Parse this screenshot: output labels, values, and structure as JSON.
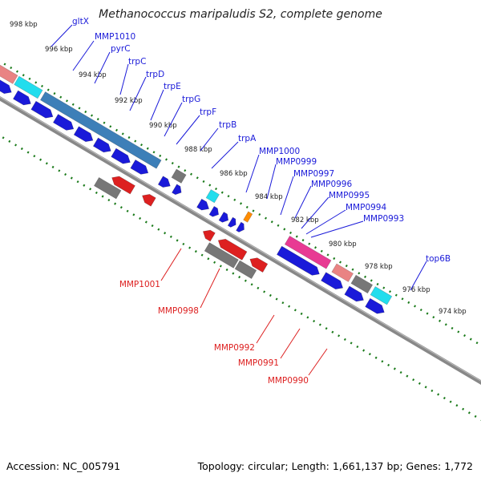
{
  "title": "Methanococcus maripaludis S2, complete genome",
  "footer": {
    "accession": "Accession: NC_005791",
    "topology": "Topology: circular; Length: 1,661,137 bp; Genes: 1,772"
  },
  "ticks": [
    "998 kbp",
    "996 kbp",
    "994 kbp",
    "992 kbp",
    "990 kbp",
    "988 kbp",
    "986 kbp",
    "984 kbp",
    "982 kbp",
    "980 kbp",
    "978 kbp",
    "976 kbp",
    "974 kbp"
  ],
  "forward_labels": [
    "gltX",
    "MMP1010",
    "pyrC",
    "trpC",
    "trpD",
    "trpE",
    "trpG",
    "trpF",
    "trpB",
    "trpA",
    "MMP1000",
    "MMP0999",
    "MMP0997",
    "MMP0996",
    "MMP0995",
    "MMP0994",
    "MMP0993",
    "top6B"
  ],
  "reverse_labels": [
    "MMP1001",
    "MMP0998",
    "MMP0992",
    "MMP0991",
    "MMP0990"
  ],
  "colors": {
    "forward_arrow": "#1a1ad9",
    "reverse_arrow": "#dd2020",
    "forward_label": "#1a1ad9",
    "reverse_label": "#dd2020",
    "backbone": "#888888",
    "tick": "#1a7a1a",
    "gray_feature": "#777777",
    "cyan_feature": "#22dded",
    "steelblue_feature": "#3d7fb8",
    "pink_feature": "#e83a93",
    "salmon_feature": "#e98383",
    "orange_feature": "#ff8c00"
  }
}
